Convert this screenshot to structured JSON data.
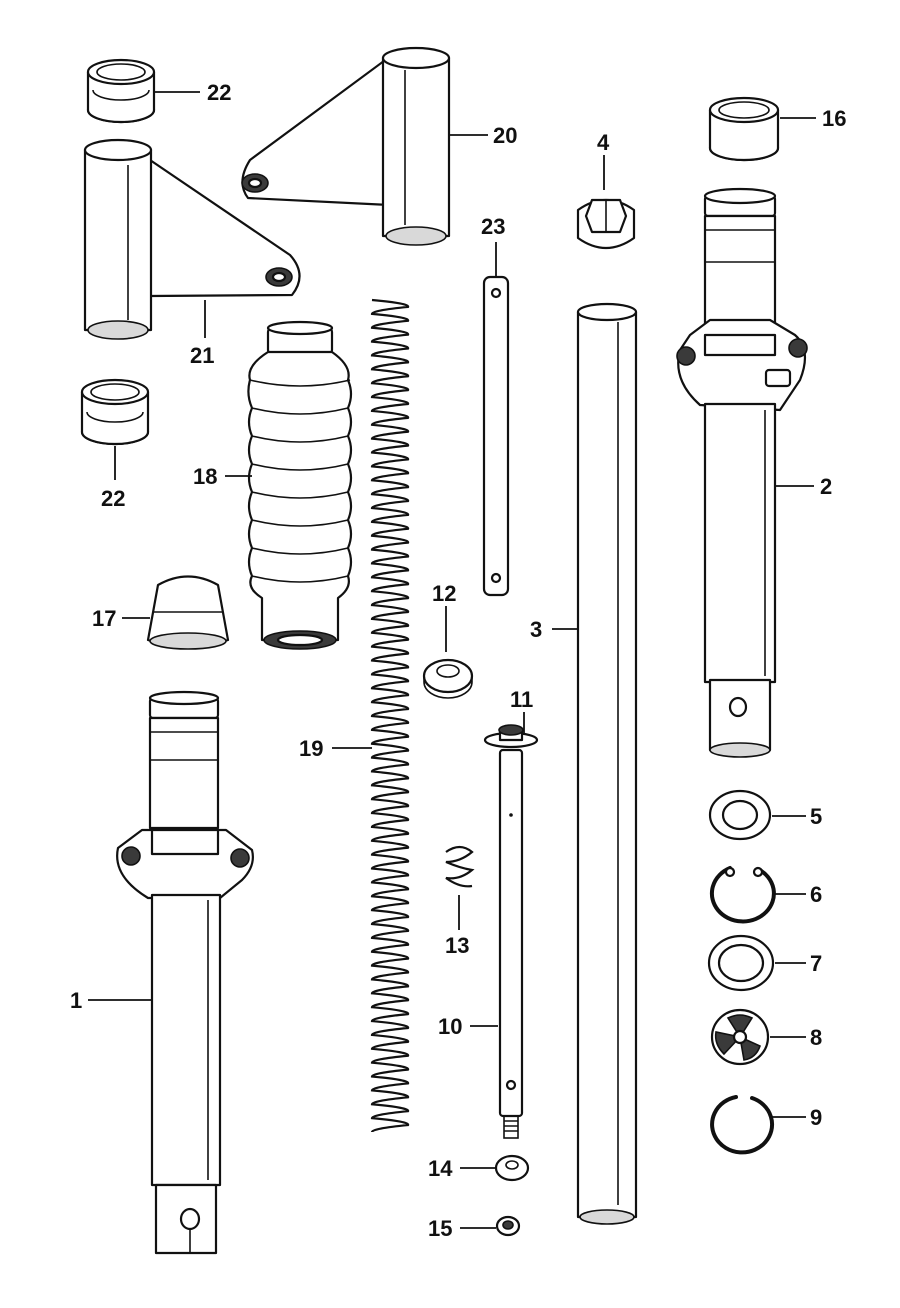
{
  "callouts": {
    "c1": "1",
    "c2": "2",
    "c3": "3",
    "c4": "4",
    "c5": "5",
    "c6": "6",
    "c7": "7",
    "c8": "8",
    "c9": "9",
    "c10": "10",
    "c11": "11",
    "c12": "12",
    "c13": "13",
    "c14": "14",
    "c15": "15",
    "c16": "16",
    "c17": "17",
    "c18": "18",
    "c19": "19",
    "c20": "20",
    "c21": "21",
    "c22a": "22",
    "c22b": "22",
    "c23": "23"
  }
}
